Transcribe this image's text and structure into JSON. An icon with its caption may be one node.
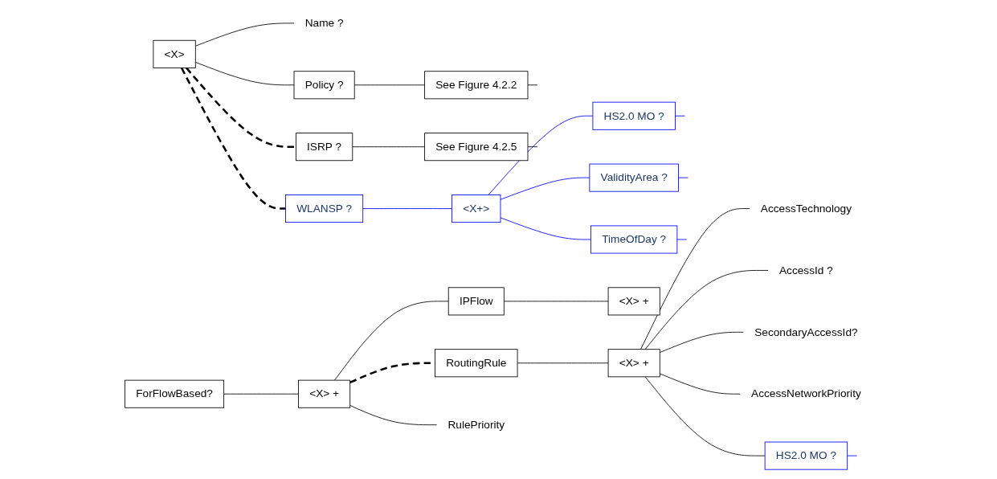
{
  "diagram": {
    "nodes": [
      {
        "text": [
          "<X>"
        ]
      },
      {
        "text": [
          "Name ?"
        ]
      },
      {
        "text": [
          "Policy ?"
        ]
      },
      {
        "text": [
          "See Figure 4.2.2"
        ]
      },
      {
        "text": [
          "ISRP ?"
        ]
      },
      {
        "text": [
          "See Figure 4.2.5"
        ]
      },
      {
        "text": [
          "WLANSP ?"
        ]
      },
      {
        "text": [
          "<X+>"
        ]
      },
      {
        "text": [
          "HS2.0 MO ?"
        ]
      },
      {
        "text": [
          "ValidityArea ?"
        ]
      },
      {
        "text": [
          "TimeOfDay ?"
        ]
      },
      {
        "text": [
          "ForFlowBased?"
        ]
      },
      {
        "text": [
          "<X> +"
        ]
      },
      {
        "text": [
          "IPFlow"
        ]
      },
      {
        "text": [
          "<X> +"
        ]
      },
      {
        "text": [
          "RoutingRule"
        ]
      },
      {
        "text": [
          "<X> +"
        ]
      },
      {
        "text": [
          "RulePriority"
        ]
      },
      {
        "text": [
          "AccessTechnology"
        ]
      },
      {
        "text": [
          "AccessId ?"
        ]
      },
      {
        "text": [
          "SecondaryAccessId?"
        ]
      },
      {
        "text": [
          "AccessNetworkPriority"
        ]
      },
      {
        "text": [
          "HS2.0 MO ?"
        ]
      }
    ],
    "edges": [
      {
        "from": 0,
        "to": 1,
        "arrow": "none"
      },
      {
        "from": 0,
        "to": 2,
        "arrow": "none"
      },
      {
        "from": 2,
        "to": 3,
        "arrow": "none"
      },
      {
        "from": 3,
        "to": null,
        "arrow": "none"
      },
      {
        "from": 0,
        "to": 4,
        "arrow": "none",
        "style": "dashed"
      },
      {
        "from": 4,
        "to": 5,
        "arrow": "none"
      },
      {
        "from": 5,
        "to": null,
        "arrow": "none"
      },
      {
        "from": 0,
        "to": 6,
        "arrow": "none",
        "style": "dashed"
      },
      {
        "from": 6,
        "to": 7,
        "arrow": "none",
        "color": "#0000ff"
      },
      {
        "from": 7,
        "to": 8,
        "arrow": "none",
        "color": "#0000ff"
      },
      {
        "from": 8,
        "to": null,
        "arrow": "none",
        "color": "#0000ff"
      },
      {
        "from": 7,
        "to": 9,
        "arrow": "none",
        "color": "#0000ff"
      },
      {
        "from": 9,
        "to": null,
        "arrow": "none",
        "color": "#0000ff"
      },
      {
        "from": 7,
        "to": 10,
        "arrow": "none",
        "color": "#0000ff"
      },
      {
        "from": 10,
        "to": null,
        "arrow": "none",
        "color": "#0000ff"
      },
      {
        "from": 11,
        "to": 12,
        "arrow": "none"
      },
      {
        "from": 12,
        "to": 13,
        "arrow": "none"
      },
      {
        "from": 13,
        "to": 14,
        "arrow": "none"
      },
      {
        "from": 12,
        "to": 15,
        "arrow": "none",
        "style": "dashed"
      },
      {
        "from": 15,
        "to": 16,
        "arrow": "none"
      },
      {
        "from": 12,
        "to": 17,
        "arrow": "none"
      },
      {
        "from": 16,
        "to": 18,
        "arrow": "none"
      },
      {
        "from": 16,
        "to": 19,
        "arrow": "none"
      },
      {
        "from": 16,
        "to": 20,
        "arrow": "none"
      },
      {
        "from": 16,
        "to": 21,
        "arrow": "none"
      },
      {
        "from": 16,
        "to": 22,
        "arrow": "none"
      },
      {
        "from": 22,
        "to": null,
        "arrow": "none",
        "color": "#0000ff"
      }
    ]
  }
}
